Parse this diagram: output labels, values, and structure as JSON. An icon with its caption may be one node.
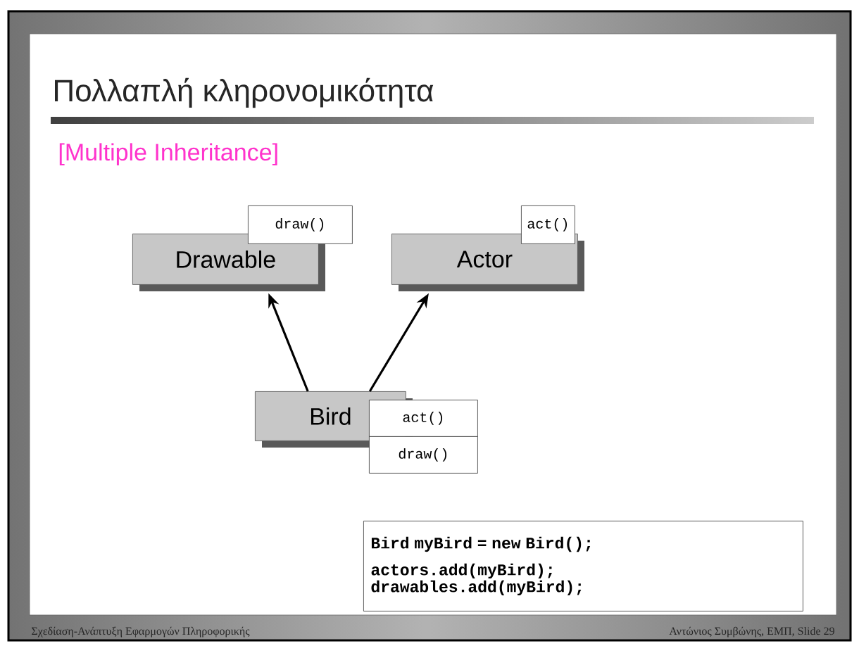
{
  "diagram": {
    "title": "Πολλαπλή κληρονομικότητα",
    "nodes": [
      {
        "text": [
          "Drawable"
        ]
      },
      {
        "text": [
          "draw()"
        ]
      },
      {
        "text": [
          "Actor"
        ]
      },
      {
        "text": [
          "act()"
        ]
      },
      {
        "text": [
          "Bird"
        ]
      },
      {
        "text": [
          "act()"
        ]
      },
      {
        "text": [
          "draw()"
        ]
      },
      {
        "text": [
          "Bird myBird = new Bird();",
          "actors.add(myBird);",
          "drawables.add(myBird);"
        ]
      }
    ],
    "edges": [
      {
        "from": 4,
        "to": 0,
        "arrow": "to"
      },
      {
        "from": 4,
        "to": 2,
        "arrow": "to"
      }
    ],
    "labels": [
      "[Multiple Inheritance]",
      "Σχεδίαση-Ανάπτυξη Εφαρμογών Πληροφορικής",
      "Αντώνιος Συμβώνης, ΕΜΠ, Slide 29"
    ]
  }
}
